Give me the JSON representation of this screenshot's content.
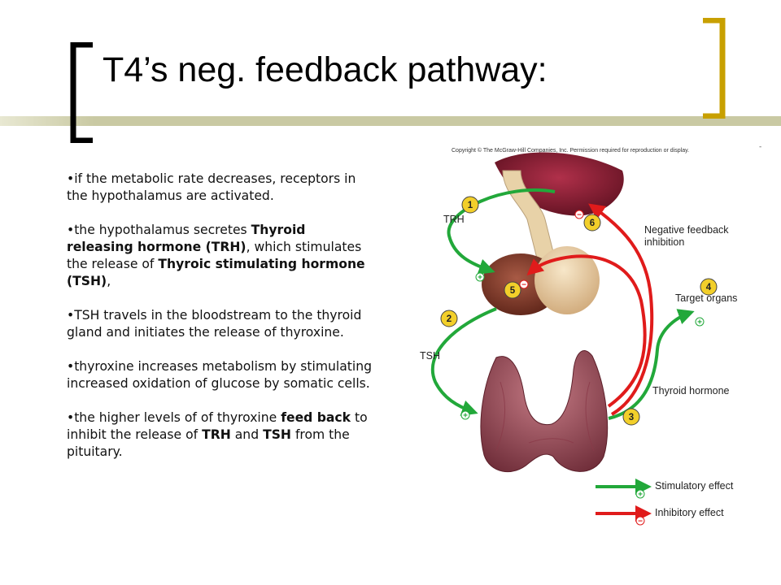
{
  "slide": {
    "title": "T4’s neg. feedback pathway:",
    "bullets": [
      {
        "parts": [
          {
            "text": "•if the metabolic rate decreases, receptors in the hypothalamus are activated.",
            "bold": false
          }
        ]
      },
      {
        "parts": [
          {
            "text": "•the hypothalamus secretes ",
            "bold": false
          },
          {
            "text": "Thyroid releasing hormone (TRH)",
            "bold": true
          },
          {
            "text": ", which stimulates the release of ",
            "bold": false
          },
          {
            "text": "Thyroic stimulating hormone (TSH)",
            "bold": true
          },
          {
            "text": ",",
            "bold": false
          }
        ]
      },
      {
        "parts": [
          {
            "text": "•TSH travels in the bloodstream to the thyroid gland and initiates the release of thyroxine.",
            "bold": false
          }
        ]
      },
      {
        "parts": [
          {
            "text": "•thyroxine increases metabolism by stimulating increased oxidation of glucose by somatic cells.",
            "bold": false
          }
        ]
      },
      {
        "parts": [
          {
            "text": "•the higher levels of of thyroxine ",
            "bold": false
          },
          {
            "text": "feed back",
            "bold": true
          },
          {
            "text": " to inhibit the release of ",
            "bold": false
          },
          {
            "text": "TRH",
            "bold": true
          },
          {
            "text": " and ",
            "bold": false
          },
          {
            "text": "TSH",
            "bold": true
          },
          {
            "text": " from the pituitary.",
            "bold": false
          }
        ]
      }
    ]
  },
  "diagram": {
    "copyright": "Copyright © The McGraw-Hill Companies, Inc. Permission required for reproduction or display.",
    "corner_mark": "-",
    "labels": {
      "trh": "TRH",
      "tsh": "TSH",
      "negative_feedback_line1": "Negative feedback",
      "negative_feedback_line2": "inhibition",
      "target_organs": "Target organs",
      "thyroid_hormone": "Thyroid hormone"
    },
    "steps": [
      "1",
      "2",
      "3",
      "4",
      "5",
      "6"
    ],
    "signs": {
      "plus": "+",
      "minus": "−"
    },
    "legend": {
      "stimulatory": "Stimulatory effect",
      "inhibitory": "Inhibitory effect"
    }
  },
  "colors": {
    "bracket_dark": "#000000",
    "bracket_gold": "#c8a000",
    "band": "#c9c9a3",
    "stimulatory": "#22a83a",
    "inhibitory": "#e01b1b",
    "step_circle": "#f2cf2a"
  }
}
